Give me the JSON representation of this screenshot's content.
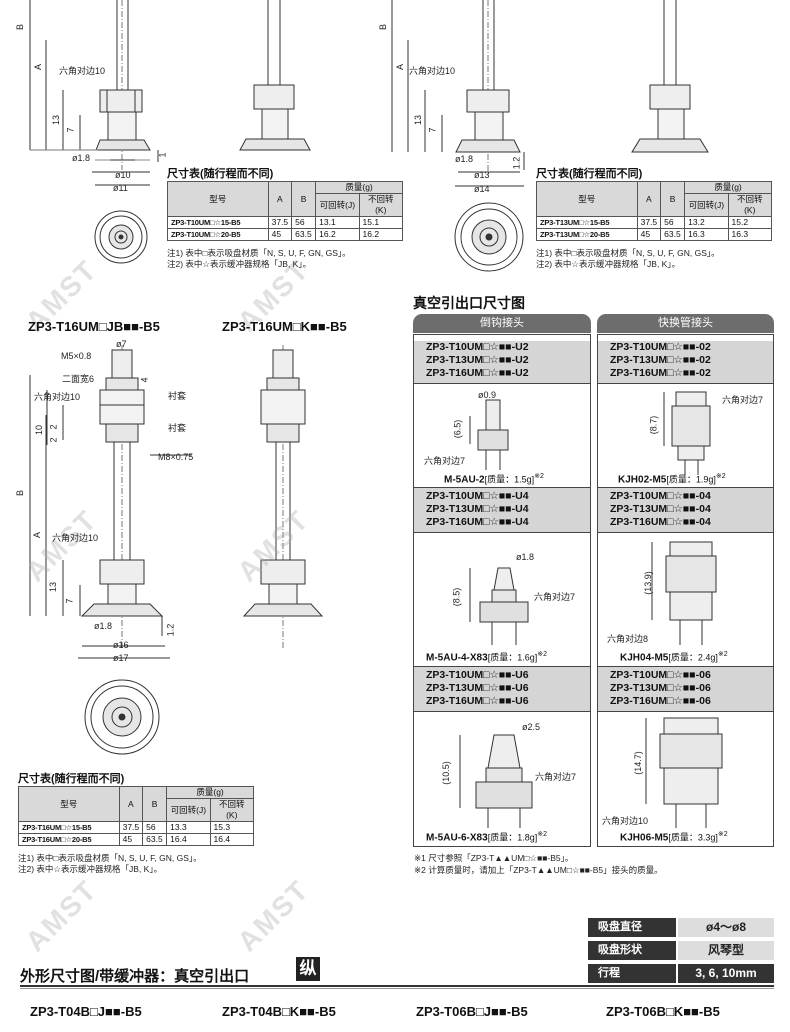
{
  "top_left": {
    "hex_label": "六角对边10",
    "dims": [
      "B",
      "A",
      "13",
      "7",
      "ø1.8",
      "ø10",
      "ø11"
    ],
    "table_title": "尺寸表(随行程而不同)",
    "headers": {
      "model": "型号",
      "a": "A",
      "b": "B",
      "mass": "质量(g)",
      "rot": "可回转(J)",
      "norot": "不回转(K)"
    },
    "rows": [
      {
        "model": "ZP3-T10UM□☆15-B5",
        "a": "37.5",
        "b": "56",
        "j": "13.1",
        "k": "15.1"
      },
      {
        "model": "ZP3-T10UM□☆20-B5",
        "a": "45",
        "b": "63.5",
        "j": "16.2",
        "k": "16.2"
      }
    ],
    "notes": [
      "注1) 表中□表示吸盘材质「N, S, U, F, GN, GS」。",
      "注2) 表中☆表示缓冲器规格「JB, K」。"
    ],
    "dim_right": "1"
  },
  "top_right": {
    "hex_label": "六角对边10",
    "dims": [
      "B",
      "A",
      "13",
      "7",
      "ø1.8",
      "ø13",
      "ø14",
      "1.2"
    ],
    "table_title": "尺寸表(随行程而不同)",
    "rows": [
      {
        "model": "ZP3-T13UM□☆15-B5",
        "a": "37.5",
        "b": "56",
        "j": "13.2",
        "k": "15.2"
      },
      {
        "model": "ZP3-T13UM□☆20-B5",
        "a": "45",
        "b": "63.5",
        "j": "16.3",
        "k": "16.3"
      }
    ],
    "notes": [
      "注1) 表中□表示吸盘材质「N, S, U, F, GN, GS」。",
      "注2) 表中☆表示缓冲器规格「JB, K」。"
    ]
  },
  "mid_left": {
    "title_jb": "ZP3-T16UM□JB■■-B5",
    "title_k": "ZP3-T16UM□K■■-B5",
    "labels": {
      "m5": "M5×0.8",
      "phi7": "ø7",
      "two_face": "二面宽6",
      "hex10a": "六角对边10",
      "liner1": "衬套",
      "liner2": "衬套",
      "m8": "M8×0.75",
      "hex10b": "六角对边10",
      "four": "4",
      "ten": "10",
      "two": "2",
      "two2": "2",
      "b": "B",
      "a": "A",
      "thirteen": "13",
      "seven": "7",
      "phi18": "ø1.8",
      "phi16": "ø16",
      "phi17": "ø17",
      "one2": "1.2"
    },
    "table_title": "尺寸表(随行程而不同)",
    "rows": [
      {
        "model": "ZP3-T16UM□☆15-B5",
        "a": "37.5",
        "b": "56",
        "j": "13.3",
        "k": "15.3"
      },
      {
        "model": "ZP3-T16UM□☆20-B5",
        "a": "45",
        "b": "63.5",
        "j": "16.4",
        "k": "16.4"
      }
    ],
    "notes": [
      "注1) 表中□表示吸盘材质「N, S, U, F, GN, GS」。",
      "注2) 表中☆表示缓冲器规格「JB, K」。"
    ]
  },
  "vacuum": {
    "title": "真空引出口尺寸图",
    "col_barb": "倒钩接头",
    "col_quick": "快换管接头",
    "rows": [
      {
        "barb_models": [
          "ZP3-T10UM□☆■■-U2",
          "ZP3-T13UM□☆■■-U2",
          "ZP3-T16UM□☆■■-U2"
        ],
        "quick_models": [
          "ZP3-T10UM□☆■■-02",
          "ZP3-T13UM□☆■■-02",
          "ZP3-T16UM□☆■■-02"
        ],
        "barb_dims": [
          "ø0.9",
          "(6.5)",
          "六角对边7"
        ],
        "quick_dims": [
          "六角对边7",
          "(8.7)"
        ],
        "barb_part": "M-5AU-2",
        "barb_mass": "[质量：1.5g]",
        "quick_part": "KJH02-M5",
        "quick_mass": "[质量：1.9g]",
        "mark": "※2"
      },
      {
        "barb_models": [
          "ZP3-T10UM□☆■■-U4",
          "ZP3-T13UM□☆■■-U4",
          "ZP3-T16UM□☆■■-U4"
        ],
        "quick_models": [
          "ZP3-T10UM□☆■■-04",
          "ZP3-T13UM□☆■■-04",
          "ZP3-T16UM□☆■■-04"
        ],
        "barb_dims": [
          "ø1.8",
          "(8.5)",
          "六角对边7"
        ],
        "quick_dims": [
          "(13.9)",
          "六角对边8"
        ],
        "barb_part": "M-5AU-4-X83",
        "barb_mass": "[质量：1.6g]",
        "quick_part": "KJH04-M5",
        "quick_mass": "[质量：2.4g]",
        "mark": "※2"
      },
      {
        "barb_models": [
          "ZP3-T10UM□☆■■-U6",
          "ZP3-T13UM□☆■■-U6",
          "ZP3-T16UM□☆■■-U6"
        ],
        "quick_models": [
          "ZP3-T10UM□☆■■-06",
          "ZP3-T13UM□☆■■-06",
          "ZP3-T16UM□☆■■-06"
        ],
        "barb_dims": [
          "ø2.5",
          "(10.5)",
          "六角对边7"
        ],
        "quick_dims": [
          "(14.7)",
          "六角对边10"
        ],
        "barb_part": "M-5AU-6-X83",
        "barb_mass": "[质量：1.8g]",
        "quick_part": "KJH06-M5",
        "quick_mass": "[质量：3.3g]",
        "mark": "※2"
      }
    ],
    "footnotes": [
      "※1  尺寸参照「ZP3-T▲▲UM□☆■■-B5」。",
      "※2  计算质量时，请加上「ZP3-T▲▲UM□☆■■-B5」接头的质量。"
    ]
  },
  "badges": [
    {
      "label": "吸盘直径",
      "value": "ø4～ø8"
    },
    {
      "label": "吸盘形状",
      "value": "风琴型"
    },
    {
      "label": "行程",
      "value": "3, 6, 10mm"
    }
  ],
  "bottom": {
    "title": "外形尺寸图/带缓冲器：真空引出口",
    "badge": "纵",
    "models": [
      "ZP3-T04B□J■■-B5",
      "ZP3-T04B□K■■-B5",
      "ZP3-T06B□J■■-B5",
      "ZP3-T06B□K■■-B5"
    ]
  },
  "watermark": "AMST"
}
